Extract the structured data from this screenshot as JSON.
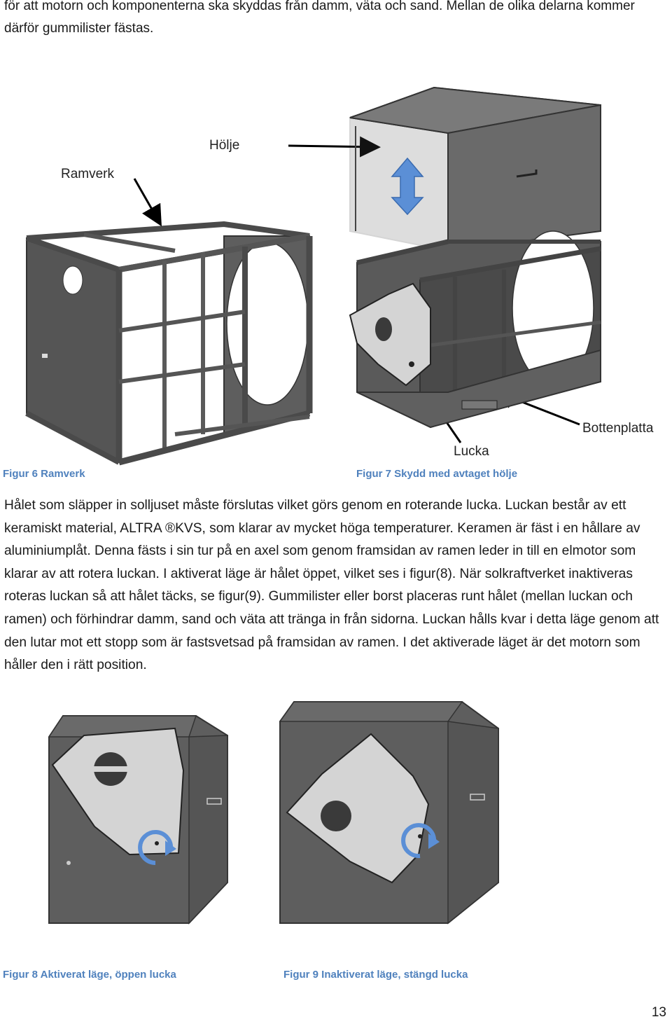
{
  "intro_text": "för att motorn och komponenterna ska skyddas från damm, väta och sand. Mellan de olika delarna kommer därför gummilister fästas.",
  "labels": {
    "holje": "Hölje",
    "ramverk": "Ramverk",
    "bottenplatta": "Bottenplatta",
    "lucka": "Lucka"
  },
  "captions": {
    "fig6": "Figur 6 Ramverk",
    "fig7": "Figur 7 Skydd med avtaget hölje",
    "fig8": "Figur 8 Aktiverat läge, öppen lucka",
    "fig9": "Figur 9 Inaktiverat läge, stängd lucka"
  },
  "body_text": "Hålet som släpper in solljuset måste förslutas vilket görs genom en roterande lucka. Luckan består av ett keramiskt material, ALTRA ®KVS, som klarar av mycket höga temperaturer. Keramen är fäst i en hållare av aluminiumplåt. Denna fästs i sin tur på en axel som genom framsidan av ramen leder in till en elmotor som klarar av att rotera luckan. I aktiverat läge är hålet öppet, vilket ses i figur(8). När solkraftverket inaktiveras roteras luckan så att hålet täcks, se figur(9). Gummilister eller borst placeras runt hålet (mellan luckan och ramen) och förhindrar damm, sand och väta att tränga in från sidorna. Luckan hålls kvar i detta läge genom att den lutar mot ett stopp som är fastsvetsad på framsidan av ramen. I det aktiverade läget är det motorn som håller den i rätt position.",
  "page_number": "13",
  "colors": {
    "frame_dark": "#4a4a4a",
    "panel": "#5e5e5e",
    "panel_light": "#6e6e6e",
    "plate": "#d4d4d4",
    "caption_blue": "#4f81bd",
    "arrow_blue": "#5b8fd6"
  }
}
